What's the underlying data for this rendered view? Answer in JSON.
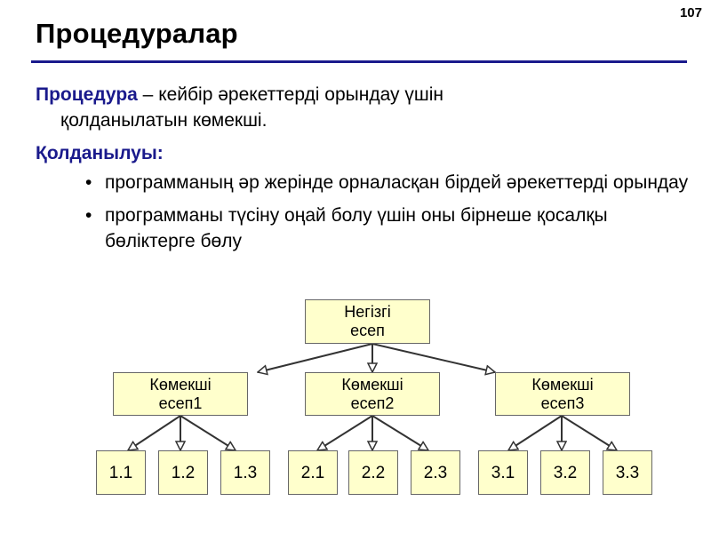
{
  "slide": {
    "page_number": "107",
    "title": "Процедуралар"
  },
  "definition": {
    "term": "Процедура",
    "rest_line1": " – кейбір әрекеттерді орындау үшін",
    "rest_line2": "қолданылатын көмекші."
  },
  "usage": {
    "heading": "Қолданылуы:",
    "bullets": [
      "программаның әр жерінде орналасқан бірдей әрекеттерді орындау",
      "программаны түсіну оңай болу үшін оны бірнеше қосалқы бөліктерге бөлу"
    ]
  },
  "diagram": {
    "root": {
      "line1": "Негізгі",
      "line2": "есеп"
    },
    "subs": [
      {
        "line1": "Көмекші",
        "line2": "есеп1",
        "leaves": [
          "1.1",
          "1.2",
          "1.3"
        ]
      },
      {
        "line1": "Көмекші",
        "line2": "есеп2",
        "leaves": [
          "2.1",
          "2.2",
          "2.3"
        ]
      },
      {
        "line1": "Көмекші",
        "line2": "есеп3",
        "leaves": [
          "3.1",
          "3.2",
          "3.3"
        ]
      }
    ],
    "colors": {
      "node_fill": "#ffffcc",
      "node_border": "#666666",
      "arrow": "#333333",
      "accent": "#1a1a8c"
    }
  }
}
